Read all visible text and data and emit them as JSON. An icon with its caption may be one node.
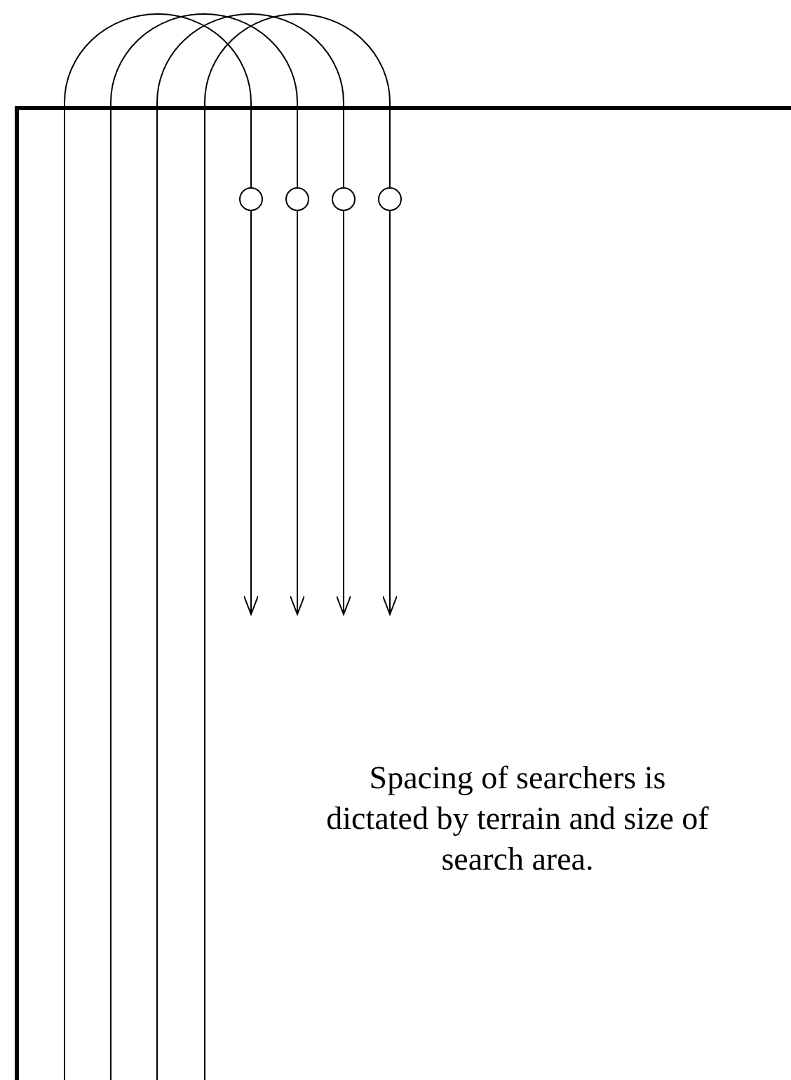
{
  "diagram": {
    "nodes": [
      {
        "text": [],
        "shape": "circle"
      },
      {
        "text": [],
        "shape": "circle"
      },
      {
        "text": [],
        "shape": "circle"
      },
      {
        "text": [],
        "shape": "circle"
      }
    ],
    "edges": [
      {
        "from": 0,
        "to": null,
        "arrow": "to"
      },
      {
        "from": 1,
        "to": null,
        "arrow": "to"
      },
      {
        "from": 2,
        "to": null,
        "arrow": "to"
      },
      {
        "from": 3,
        "to": null,
        "arrow": "to"
      }
    ],
    "labels": [
      "Spacing of searchers is dictated by terrain and size of search area."
    ]
  }
}
